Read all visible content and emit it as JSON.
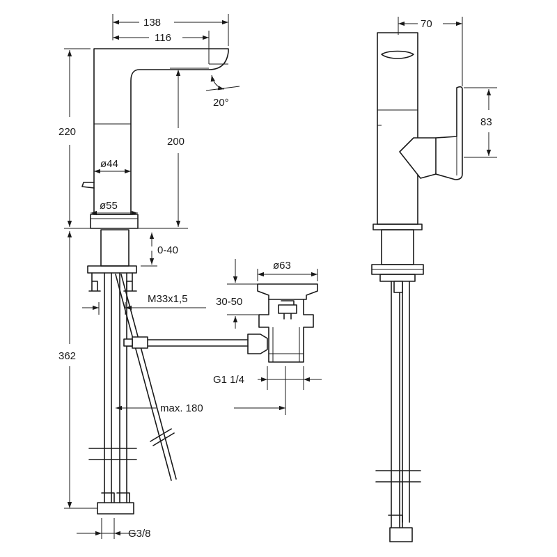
{
  "labels": {
    "width_total": "138",
    "width_spout": "116",
    "spout_angle": "20°",
    "height_total": "220",
    "height_spout": "200",
    "dia_body": "ø44",
    "dia_base": "ø55",
    "adjust_range": "0-40",
    "thread": "M33x1,5",
    "below_counter": "362",
    "drain_dia": "ø63",
    "drain_range": "30-50",
    "drain_thread": "G1 1/4",
    "max_distance": "max. 180",
    "hose_thread": "G3/8",
    "side_width": "70",
    "lever_height": "83"
  }
}
